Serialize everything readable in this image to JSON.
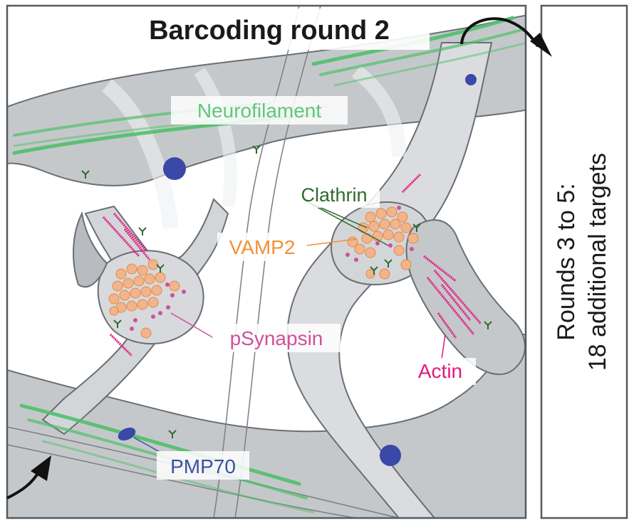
{
  "title": "Barcoding round 2",
  "side_text_line1": "Rounds 3 to 5:",
  "side_text_line2": "18 additional targets",
  "labels": {
    "neurofilament": "Neurofilament",
    "clathrin": "Clathrin",
    "vamp2": "VAMP2",
    "psynapsin": "pSynapsin",
    "actin": "Actin",
    "pmp70": "PMP70"
  },
  "colors": {
    "neurofilament": "#4fbf6a",
    "clathrin": "#2e6b2e",
    "vamp2": "#f0913a",
    "vesicle": "#f2b48a",
    "psynapsin": "#d0509a",
    "actin": "#e0197f",
    "pmp70": "#3e4fa6",
    "nucleus": "#3a48a8",
    "cell": "#c9cccf",
    "cell_light": "#dfe1e3",
    "outline": "#555a5e"
  }
}
